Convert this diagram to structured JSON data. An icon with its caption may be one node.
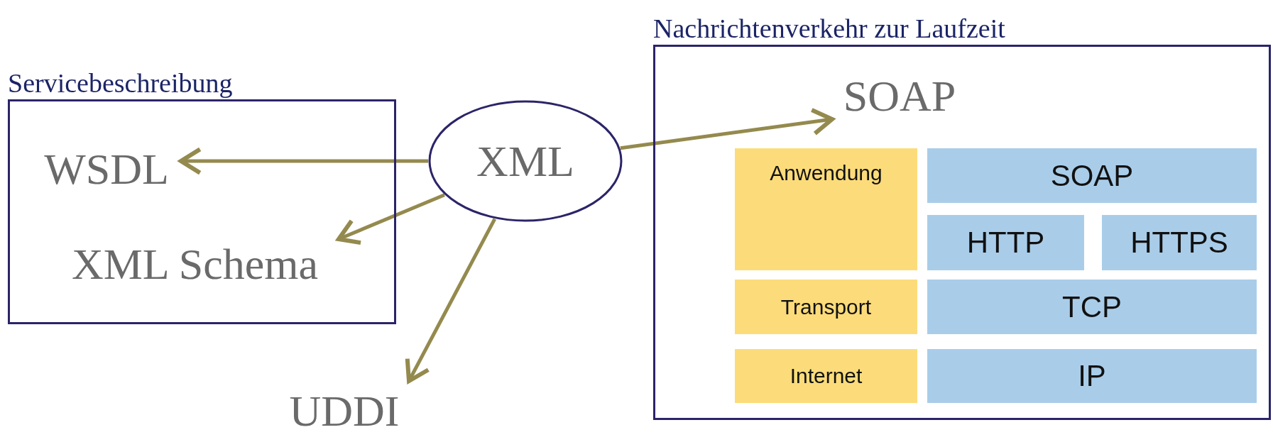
{
  "diagram": {
    "nodes": [
      {
        "text": [
          "Servicebeschreibung"
        ]
      },
      {
        "text": [
          "WSDL"
        ],
        "in": 0
      },
      {
        "text": [
          "XML Schema"
        ],
        "in": 0
      },
      {
        "text": [
          "XML"
        ]
      },
      {
        "text": [
          "UDDI"
        ]
      },
      {
        "text": [
          "Nachrichtenverkehr zur Laufzeit"
        ]
      },
      {
        "text": [
          "SOAP"
        ],
        "in": 5
      },
      {
        "text": [
          "Anwendung"
        ],
        "in": 5
      },
      {
        "text": [
          "SOAP"
        ],
        "in": 5
      },
      {
        "text": [
          "HTTP"
        ],
        "in": 5
      },
      {
        "text": [
          "HTTPS"
        ],
        "in": 5
      },
      {
        "text": [
          "Transport"
        ],
        "in": 5
      },
      {
        "text": [
          "TCP"
        ],
        "in": 5
      },
      {
        "text": [
          "Internet"
        ],
        "in": 5
      },
      {
        "text": [
          "IP"
        ],
        "in": 5
      }
    ],
    "edges": [
      {
        "from": 3,
        "to": 1,
        "arrow": "to"
      },
      {
        "from": 3,
        "to": 2,
        "arrow": "to"
      },
      {
        "from": 3,
        "to": 4,
        "arrow": "to"
      },
      {
        "from": 3,
        "to": 6,
        "arrow": "to"
      }
    ]
  }
}
